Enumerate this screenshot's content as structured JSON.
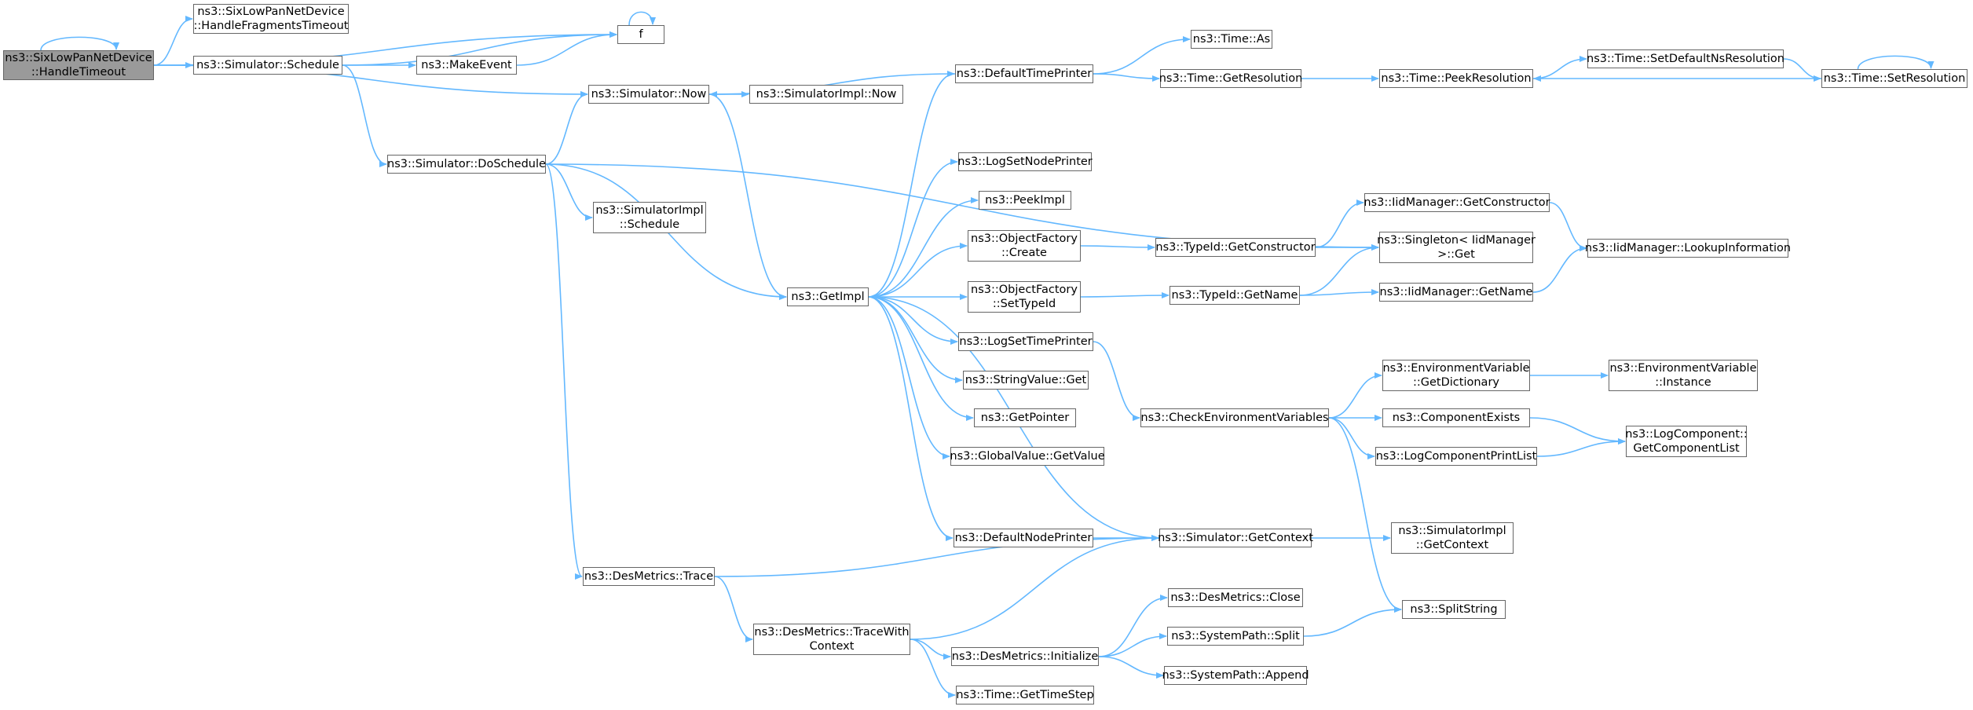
{
  "colors": {
    "edge": "#63b8ff",
    "node_border": "#666666",
    "root_fill": "#9a9a9a"
  },
  "nodes": {
    "root": [
      "ns3::SixLowPanNetDevice",
      "::HandleTimeout"
    ],
    "handle_frag": [
      "ns3::SixLowPanNetDevice",
      "::HandleFragmentsTimeout"
    ],
    "sim_schedule": [
      "ns3::Simulator::Schedule"
    ],
    "f": [
      "f"
    ],
    "make_event": [
      "ns3::MakeEvent"
    ],
    "sim_now": [
      "ns3::Simulator::Now"
    ],
    "simimpl_now": [
      "ns3::SimulatorImpl::Now"
    ],
    "do_schedule": [
      "ns3::Simulator::DoSchedule"
    ],
    "simimpl_schedule": [
      "ns3::SimulatorImpl",
      "::Schedule"
    ],
    "get_impl": [
      "ns3::GetImpl"
    ],
    "des_trace": [
      "ns3::DesMetrics::Trace"
    ],
    "trace_ctx": [
      "ns3::DesMetrics::TraceWith",
      "Context"
    ],
    "default_time_printer": [
      "ns3::DefaultTimePrinter"
    ],
    "time_as": [
      "ns3::Time::As"
    ],
    "get_resolution": [
      "ns3::Time::GetResolution"
    ],
    "peek_resolution": [
      "ns3::Time::PeekResolution"
    ],
    "set_default_ns": [
      "ns3::Time::SetDefaultNsResolution"
    ],
    "set_resolution": [
      "ns3::Time::SetResolution"
    ],
    "log_set_node_printer": [
      "ns3::LogSetNodePrinter"
    ],
    "peek_impl": [
      "ns3::PeekImpl"
    ],
    "of_create": [
      "ns3::ObjectFactory",
      "::Create"
    ],
    "of_set_typeid": [
      "ns3::ObjectFactory",
      "::SetTypeId"
    ],
    "log_set_time_printer": [
      "ns3::LogSetTimePrinter"
    ],
    "string_value_get": [
      "ns3::StringValue::Get"
    ],
    "get_pointer": [
      "ns3::GetPointer"
    ],
    "global_value_get": [
      "ns3::GlobalValue::GetValue"
    ],
    "default_node_printer": [
      "ns3::DefaultNodePrinter"
    ],
    "typeid_get_constructor": [
      "ns3::TypeId::GetConstructor"
    ],
    "typeid_get_name": [
      "ns3::TypeId::GetName"
    ],
    "iid_get_constructor": [
      "ns3::IidManager::GetConstructor"
    ],
    "singleton_get": [
      "ns3::Singleton< IidManager",
      " >::Get"
    ],
    "iid_get_name": [
      "ns3::IidManager::GetName"
    ],
    "iid_lookup": [
      "ns3::IidManager::LookupInformation"
    ],
    "check_env": [
      "ns3::CheckEnvironmentVariables"
    ],
    "env_get_dict": [
      "ns3::EnvironmentVariable",
      "::GetDictionary"
    ],
    "env_instance": [
      "ns3::EnvironmentVariable",
      "::Instance"
    ],
    "component_exists": [
      "ns3::ComponentExists"
    ],
    "log_component_print_list": [
      "ns3::LogComponentPrintList"
    ],
    "log_get_component_list": [
      "ns3::LogComponent::",
      "GetComponentList"
    ],
    "sim_get_context": [
      "ns3::Simulator::GetContext"
    ],
    "simimpl_get_context": [
      "ns3::SimulatorImpl",
      "::GetContext"
    ],
    "des_close": [
      "ns3::DesMetrics::Close"
    ],
    "systempath_split": [
      "ns3::SystemPath::Split"
    ],
    "split_string": [
      "ns3::SplitString"
    ],
    "des_initialize": [
      "ns3::DesMetrics::Initialize"
    ],
    "systempath_append": [
      "ns3::SystemPath::Append"
    ],
    "time_get_timestep": [
      "ns3::Time::GetTimeStep"
    ]
  },
  "edges": [
    [
      "root",
      "root"
    ],
    [
      "root",
      "handle_frag"
    ],
    [
      "root",
      "sim_schedule"
    ],
    [
      "root",
      "f"
    ],
    [
      "root",
      "sim_now"
    ],
    [
      "sim_schedule",
      "make_event"
    ],
    [
      "sim_schedule",
      "f"
    ],
    [
      "sim_schedule",
      "do_schedule"
    ],
    [
      "make_event",
      "f"
    ],
    [
      "f",
      "f"
    ],
    [
      "sim_now",
      "simimpl_now"
    ],
    [
      "sim_now",
      "get_impl"
    ],
    [
      "do_schedule",
      "sim_now"
    ],
    [
      "do_schedule",
      "simimpl_schedule"
    ],
    [
      "do_schedule",
      "get_impl"
    ],
    [
      "do_schedule",
      "des_trace"
    ],
    [
      "do_schedule",
      "singleton_get"
    ],
    [
      "get_impl",
      "default_time_printer"
    ],
    [
      "get_impl",
      "log_set_node_printer"
    ],
    [
      "get_impl",
      "peek_impl"
    ],
    [
      "get_impl",
      "of_create"
    ],
    [
      "get_impl",
      "of_set_typeid"
    ],
    [
      "get_impl",
      "log_set_time_printer"
    ],
    [
      "get_impl",
      "string_value_get"
    ],
    [
      "get_impl",
      "get_pointer"
    ],
    [
      "get_impl",
      "global_value_get"
    ],
    [
      "get_impl",
      "default_node_printer"
    ],
    [
      "default_time_printer",
      "sim_now"
    ],
    [
      "default_time_printer",
      "time_as"
    ],
    [
      "default_time_printer",
      "get_resolution"
    ],
    [
      "get_resolution",
      "peek_resolution"
    ],
    [
      "peek_resolution",
      "set_default_ns"
    ],
    [
      "set_default_ns",
      "set_resolution"
    ],
    [
      "set_resolution",
      "peek_resolution"
    ],
    [
      "set_resolution",
      "set_resolution"
    ],
    [
      "of_create",
      "typeid_get_constructor"
    ],
    [
      "of_set_typeid",
      "typeid_get_name"
    ],
    [
      "typeid_get_constructor",
      "iid_get_constructor"
    ],
    [
      "typeid_get_constructor",
      "singleton_get"
    ],
    [
      "typeid_get_name",
      "singleton_get"
    ],
    [
      "typeid_get_name",
      "iid_get_name"
    ],
    [
      "iid_get_constructor",
      "iid_lookup"
    ],
    [
      "iid_get_name",
      "iid_lookup"
    ],
    [
      "log_set_time_printer",
      "check_env"
    ],
    [
      "check_env",
      "env_get_dict"
    ],
    [
      "check_env",
      "component_exists"
    ],
    [
      "check_env",
      "log_component_print_list"
    ],
    [
      "check_env",
      "split_string"
    ],
    [
      "env_get_dict",
      "env_instance"
    ],
    [
      "component_exists",
      "log_get_component_list"
    ],
    [
      "log_component_print_list",
      "log_get_component_list"
    ],
    [
      "default_node_printer",
      "sim_get_context"
    ],
    [
      "sim_get_context",
      "get_impl"
    ],
    [
      "sim_get_context",
      "simimpl_get_context"
    ],
    [
      "des_trace",
      "sim_get_context"
    ],
    [
      "des_trace",
      "trace_ctx"
    ],
    [
      "trace_ctx",
      "sim_get_context"
    ],
    [
      "trace_ctx",
      "des_initialize"
    ],
    [
      "trace_ctx",
      "time_get_timestep"
    ],
    [
      "des_initialize",
      "des_close"
    ],
    [
      "des_initialize",
      "systempath_split"
    ],
    [
      "des_initialize",
      "systempath_append"
    ],
    [
      "systempath_split",
      "split_string"
    ]
  ]
}
